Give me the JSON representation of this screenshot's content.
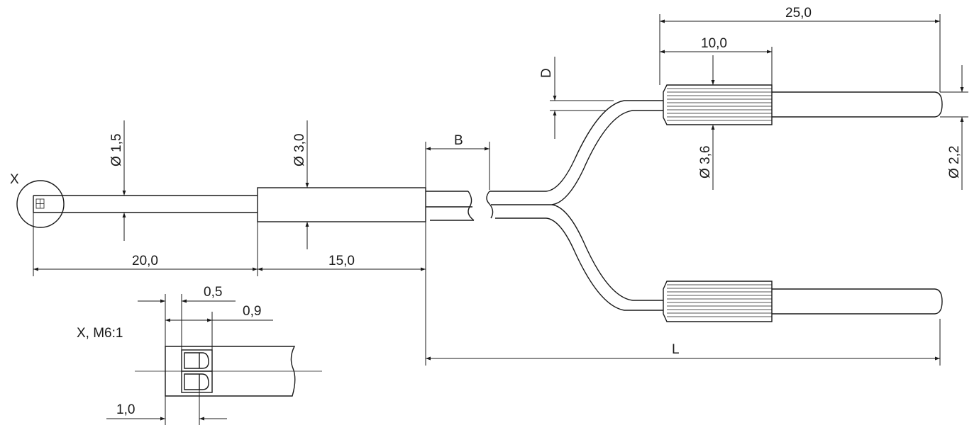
{
  "drawing": {
    "detail_callout": "X",
    "detail_title": "X, M6:1",
    "dimensions": {
      "d_tip_diameter": "1,5",
      "d_sleeve_diameter": "3,0",
      "d_knurl_diameter": "3,6",
      "d_pin_diameter": "2,2",
      "len_tip": "20,0",
      "len_sleeve": "15,0",
      "len_connector": "25,0",
      "len_knurl": "10,0",
      "var_break": "B",
      "var_cable": "D",
      "var_length": "L",
      "detail_0_5": "0,5",
      "detail_0_9": "0,9",
      "detail_1_0": "1,0"
    },
    "diameter_symbol": "Ø"
  }
}
